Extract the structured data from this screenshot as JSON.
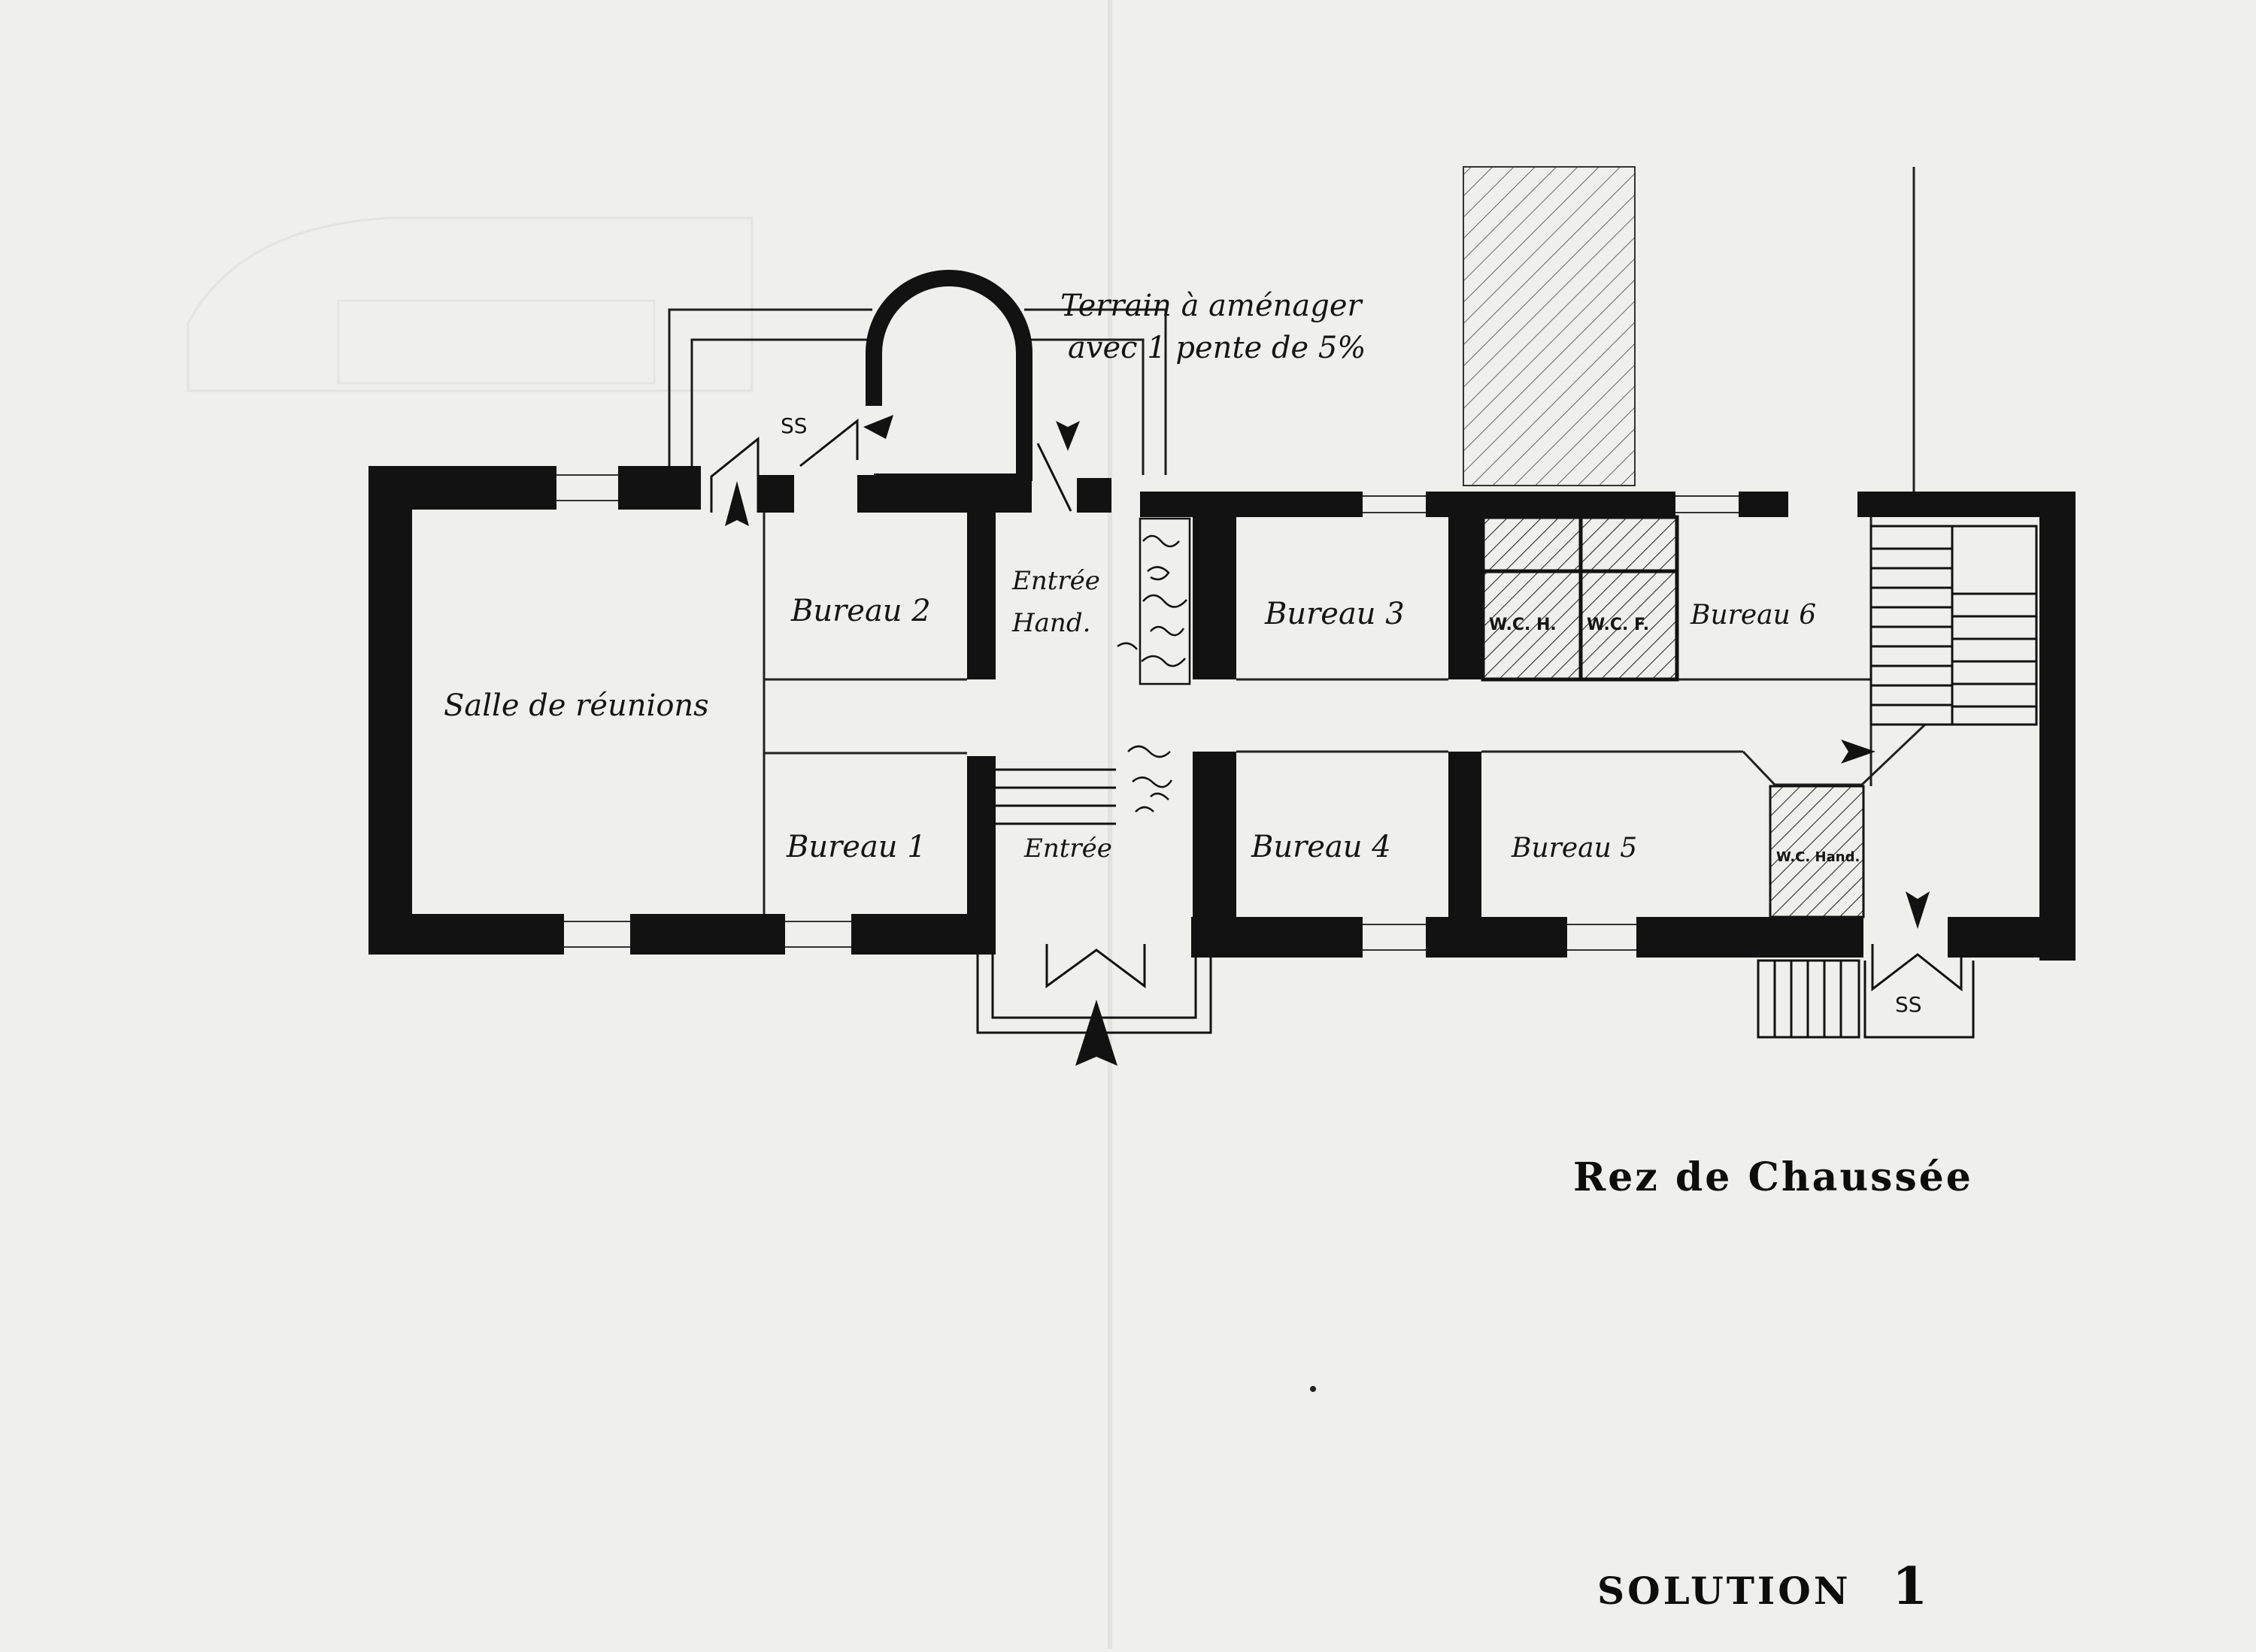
{
  "plan": {
    "title": "Rez de Chaussée",
    "solution": "SOLUTION",
    "solution_number": "1",
    "annotation_line1": "Terrain à aménager",
    "annotation_line2": "avec 1 pente de 5%",
    "colors": {
      "paper": "#efefed",
      "ink": "#121212",
      "hatch": "#2a2a2a"
    }
  },
  "rooms": {
    "salle_reunions": "Salle de réunions",
    "bureau_1": "Bureau 1",
    "bureau_2": "Bureau 2",
    "bureau_3": "Bureau 3",
    "bureau_4": "Bureau 4",
    "bureau_5": "Bureau 5",
    "bureau_6": "Bureau 6",
    "entree": "Entrée",
    "entree_hand_1": "Entrée",
    "entree_hand_2": "Hand.",
    "wc_h": "W.C. H.",
    "wc_f": "W.C. F.",
    "wc_hand": "W.C. Hand."
  },
  "markers": {
    "ss_top": "SS",
    "ss_bottom": "SS"
  }
}
